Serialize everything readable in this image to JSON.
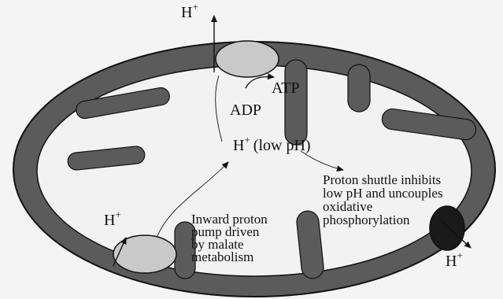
{
  "labels": {
    "h_plus_top": "H",
    "h_plus_top_sup": "+",
    "atp": "ATP",
    "adp": "ADP",
    "h_plus_center": "H",
    "h_plus_center_sup": "+",
    "low_ph": "(low pH)",
    "h_plus_left": "H",
    "h_plus_left_sup": "+",
    "h_plus_right": "H",
    "h_plus_right_sup": "+",
    "shuttle_lines": [
      "Proton shuttle inhibits",
      "low pH and uncouples",
      "oxidative",
      "phosphorylation"
    ],
    "pump_lines": [
      "Inward proton",
      "pump driven",
      "by malate",
      "metabolism"
    ]
  },
  "colors": {
    "membrane": "#5b5b5b",
    "matrix": "#f2f2f2",
    "outline": "#111111",
    "atp_synthase": "#c9c9c9",
    "pump": "#c9c9c9",
    "shuttle": "#1a1a1a"
  }
}
